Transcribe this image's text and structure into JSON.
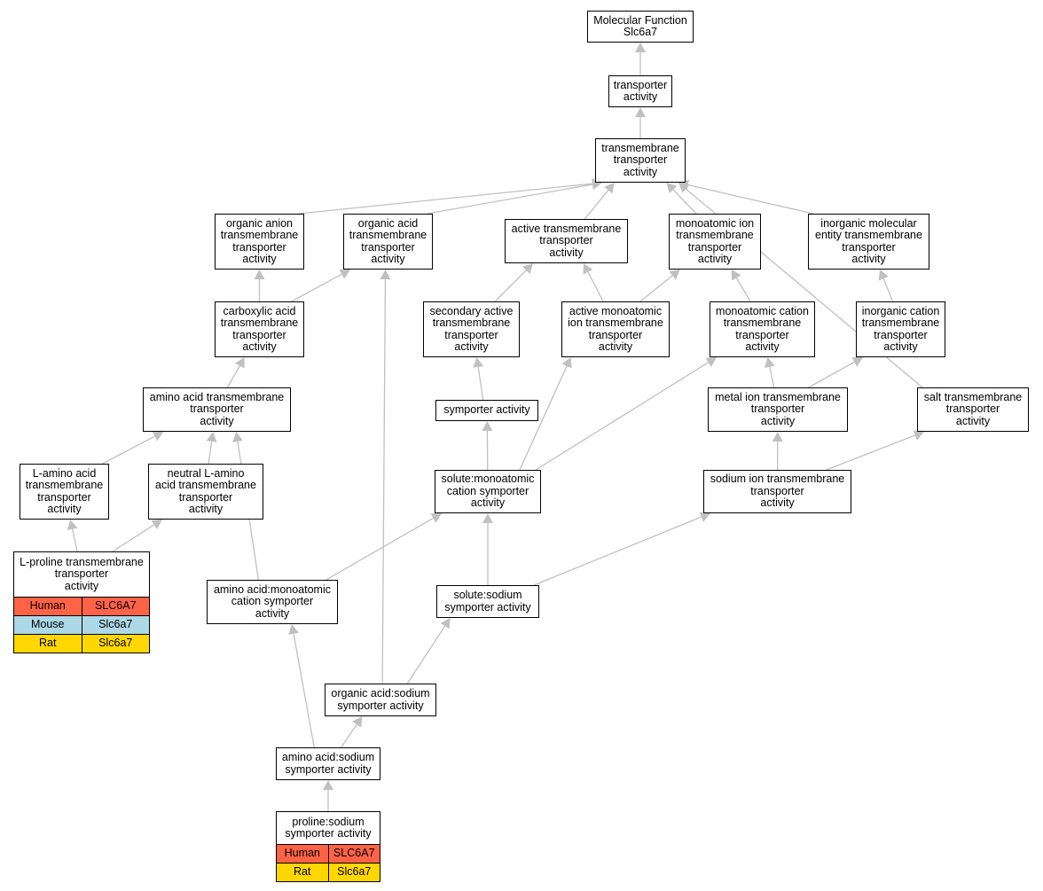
{
  "colors": {
    "edge": "#c0c0c0",
    "human": "#ff6347",
    "mouse": "#add8e6",
    "rat": "#ffd700"
  },
  "nodes": {
    "mf": "Molecular Function\nSlc6a7",
    "ta": "transporter\nactivity",
    "tta": "transmembrane\ntransporter\nactivity",
    "oanion": "organic anion\ntransmembrane\ntransporter\nactivity",
    "oacid": "organic acid\ntransmembrane\ntransporter\nactivity",
    "active": "active transmembrane\ntransporter\nactivity",
    "monoion": "monoatomic ion\ntransmembrane\ntransporter\nactivity",
    "inorgmol": "inorganic molecular\nentity transmembrane\ntransporter\nactivity",
    "carbox": "carboxylic acid\ntransmembrane\ntransporter\nactivity",
    "secactive": "secondary active\ntransmembrane\ntransporter\nactivity",
    "activemono": "active monoatomic\nion transmembrane\ntransporter\nactivity",
    "monocation": "monoatomic cation\ntransmembrane\ntransporter\nactivity",
    "inorgcation": "inorganic cation\ntransmembrane\ntransporter\nactivity",
    "aatrans": "amino acid transmembrane\ntransporter\nactivity",
    "symporter": "symporter activity",
    "metalion": "metal ion transmembrane\ntransporter\nactivity",
    "salt": "salt transmembrane\ntransporter\nactivity",
    "laa": "L-amino acid\ntransmembrane\ntransporter\nactivity",
    "neutral": "neutral L-amino\nacid transmembrane\ntransporter\nactivity",
    "solutemono": "solute:monoatomic\ncation symporter\nactivity",
    "sodiumion": "sodium ion transmembrane\ntransporter\nactivity",
    "aamono": "amino acid:monoatomic\ncation symporter\nactivity",
    "solutesodium": "solute:sodium\nsymporter activity",
    "oasodium": "organic acid:sodium\nsymporter activity",
    "aasodium": "amino acid:sodium\nsymporter activity"
  },
  "gene_nodes": {
    "lproline": {
      "title": "L-proline transmembrane\ntransporter\nactivity",
      "rows": [
        {
          "species": "Human",
          "gene": "SLC6A7"
        },
        {
          "species": "Mouse",
          "gene": "Slc6a7"
        },
        {
          "species": "Rat",
          "gene": "Slc6a7"
        }
      ]
    },
    "prosodium": {
      "title": "proline:sodium\nsymporter activity",
      "rows": [
        {
          "species": "Human",
          "gene": "SLC6A7"
        },
        {
          "species": "Rat",
          "gene": "Slc6a7"
        }
      ]
    }
  },
  "edges": [
    [
      "ta",
      "mf"
    ],
    [
      "tta",
      "ta"
    ],
    [
      "oanion",
      "tta"
    ],
    [
      "oacid",
      "tta"
    ],
    [
      "active",
      "tta"
    ],
    [
      "monoion",
      "tta"
    ],
    [
      "inorgmol",
      "tta"
    ],
    [
      "salt",
      "tta"
    ],
    [
      "carbox",
      "oanion"
    ],
    [
      "carbox",
      "oacid"
    ],
    [
      "secactive",
      "active"
    ],
    [
      "activemono",
      "active"
    ],
    [
      "activemono",
      "monoion"
    ],
    [
      "monocation",
      "monoion"
    ],
    [
      "inorgcation",
      "inorgmol"
    ],
    [
      "aatrans",
      "carbox"
    ],
    [
      "symporter",
      "secactive"
    ],
    [
      "metalion",
      "monocation"
    ],
    [
      "metalion",
      "inorgcation"
    ],
    [
      "laa",
      "aatrans"
    ],
    [
      "neutral",
      "aatrans"
    ],
    [
      "aamono",
      "aatrans"
    ],
    [
      "solutemono",
      "symporter"
    ],
    [
      "solutemono",
      "activemono"
    ],
    [
      "solutemono",
      "monocation"
    ],
    [
      "sodiumion",
      "metalion"
    ],
    [
      "sodiumion",
      "salt"
    ],
    [
      "lproline",
      "laa"
    ],
    [
      "lproline",
      "neutral"
    ],
    [
      "aamono",
      "solutemono"
    ],
    [
      "solutesodium",
      "solutemono"
    ],
    [
      "solutesodium",
      "sodiumion"
    ],
    [
      "oasodium",
      "oacid"
    ],
    [
      "oasodium",
      "solutesodium"
    ],
    [
      "aasodium",
      "aamono"
    ],
    [
      "aasodium",
      "oasodium"
    ],
    [
      "prosodium",
      "aasodium"
    ]
  ]
}
